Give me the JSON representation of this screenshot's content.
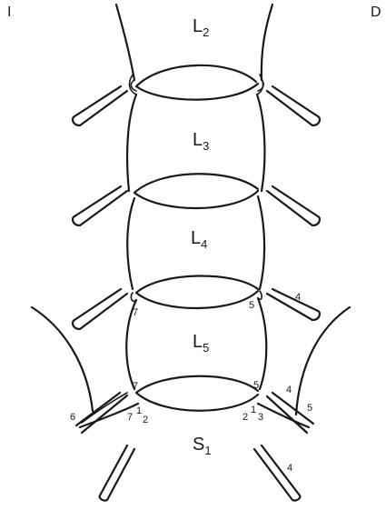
{
  "panel_letter": "D",
  "corner_mark": "I",
  "vertebrae": [
    {
      "base": "L",
      "sub": "2"
    },
    {
      "base": "L",
      "sub": "3"
    },
    {
      "base": "L",
      "sub": "4"
    },
    {
      "base": "L",
      "sub": "5"
    },
    {
      "base": "S",
      "sub": "1"
    }
  ],
  "markers": {
    "l45_left_7": "7",
    "l45_right_5": "5",
    "l45_right_4": "4",
    "l5s1_left_7": "7",
    "l5s1_right_5": "5",
    "l5s1_right_4": "4",
    "l5s1_far_right_5": "5",
    "l5s1_left_6": "6",
    "l5s1_left_7b": "7",
    "l5s1_left_1": "1",
    "l5s1_left_2": "2",
    "l5s1_right_2": "2",
    "l5s1_right_1": "1",
    "l5s1_right_3": "3",
    "sacral_right_4": "4"
  }
}
